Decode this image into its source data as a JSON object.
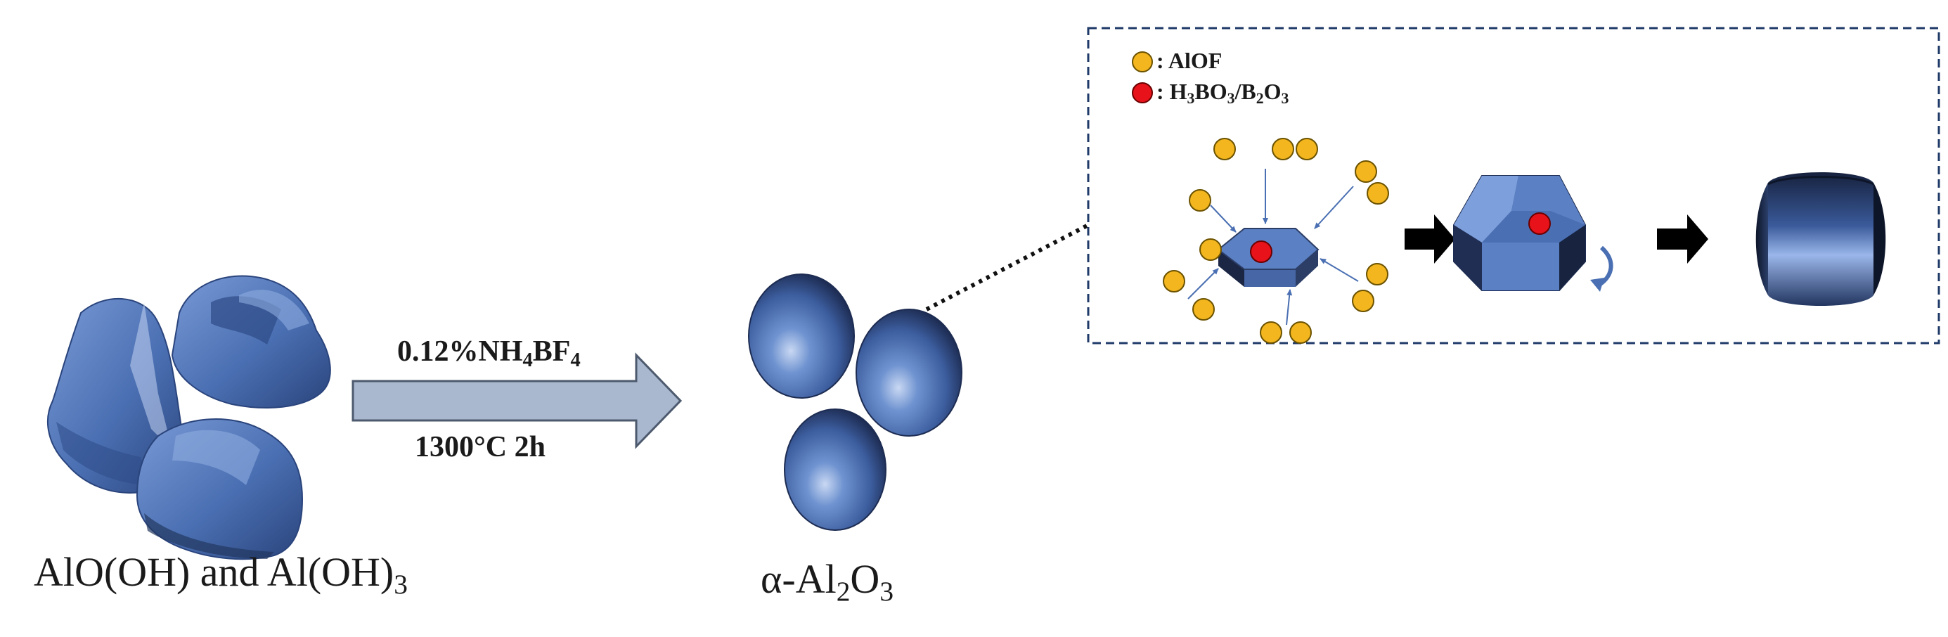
{
  "colors": {
    "particle_blue": "#4a72b8",
    "particle_dark": "#23355f",
    "particle_light": "#9bb5e6",
    "process_arrow_fill": "#aab8cf",
    "process_arrow_stroke": "#4d5a6e",
    "aloF_dot": "#f3b61f",
    "h3bo3_dot": "#e8131a",
    "inset_border": "#1f3a68"
  },
  "precursor": {
    "label_prefix": "AlO(OH) and Al(OH)",
    "label_sub": "3"
  },
  "process": {
    "condition_prefix": "0.12%NH",
    "condition_sub1": "4",
    "condition_mid": "BF",
    "condition_sub2": "4",
    "temperature": "1300°C 2h"
  },
  "product": {
    "label_prefix": "α-Al",
    "label_sub1": "2",
    "label_mid": "O",
    "label_sub2": "3"
  },
  "legend": {
    "alof_label": ": AlOF",
    "boron_prefix": ": H",
    "boron_sub1": "3",
    "boron_mid1": "BO",
    "boron_sub2": "3",
    "boron_mid2": "/B",
    "boron_sub3": "2",
    "boron_mid3": "O",
    "boron_sub4": "3"
  },
  "icons": {
    "alof": "yellow-circle-icon",
    "boron": "red-circle-icon"
  }
}
